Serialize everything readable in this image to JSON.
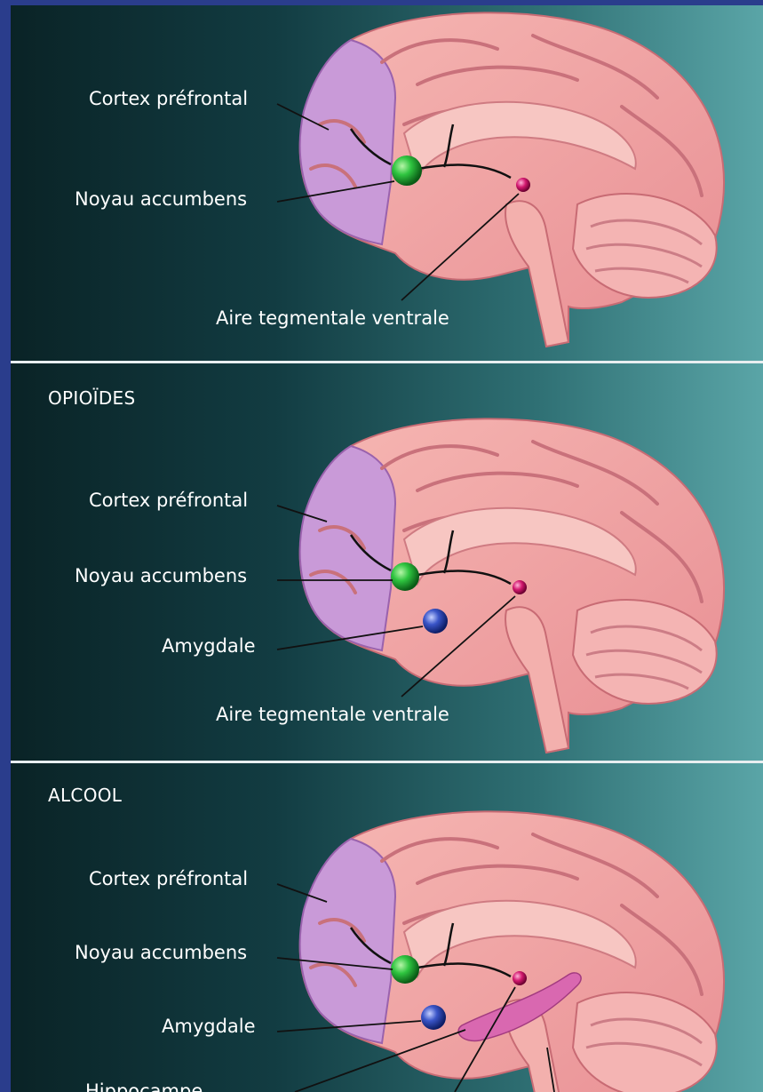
{
  "panels": [
    {
      "title": "",
      "labels": {
        "cortex": "Cortex préfrontal",
        "accumbens": "Noyau accumbens",
        "vta": "Aire tegmentale ventrale"
      }
    },
    {
      "title": "OPIOÏDES",
      "labels": {
        "cortex": "Cortex préfrontal",
        "accumbens": "Noyau accumbens",
        "amygdala": "Amygdale",
        "vta": "Aire tegmentale ventrale"
      }
    },
    {
      "title": "ALCOOL",
      "labels": {
        "cortex": "Cortex préfrontal",
        "accumbens": "Noyau accumbens",
        "amygdala": "Amygdale",
        "hippocampus": "Hippocampe"
      }
    }
  ],
  "colors": {
    "border": "#2a3d8c",
    "brain": "#f2a3a3",
    "brain_fold": "#d9777f",
    "prefrontal": "#c88ad6",
    "accumbens": "#1fb53a",
    "amygdala": "#3a55c8",
    "vta": "#d2186e",
    "hippocampus": "#d65aa8",
    "divider": "#e8eef0"
  },
  "icons": {
    "accumbens": "green-sphere",
    "amygdala": "blue-sphere",
    "vta": "magenta-sphere"
  }
}
